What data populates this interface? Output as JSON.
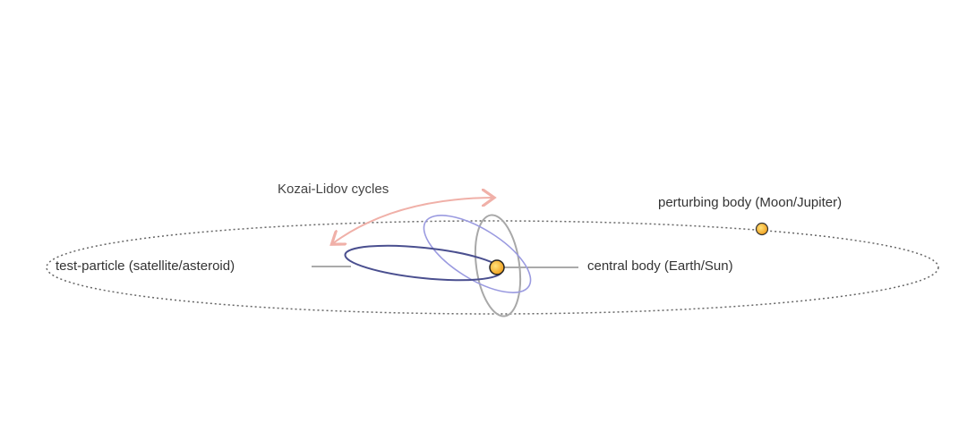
{
  "labels": {
    "cycles": "Kozai-Lidov cycles",
    "test_particle": "test-particle (satellite/asteroid)",
    "central_body": "central body (Earth/Sun)",
    "perturbing_body": "perturbing body (Moon/Jupiter)"
  },
  "colors": {
    "outer_orbit": "#666666",
    "orbit_dark": "#4a4f8f",
    "orbit_light": "#9a9ae0",
    "orbit_gray": "#a8a8a8",
    "arrow": "#f0b0a8",
    "body_fill": "#f7c23c"
  }
}
